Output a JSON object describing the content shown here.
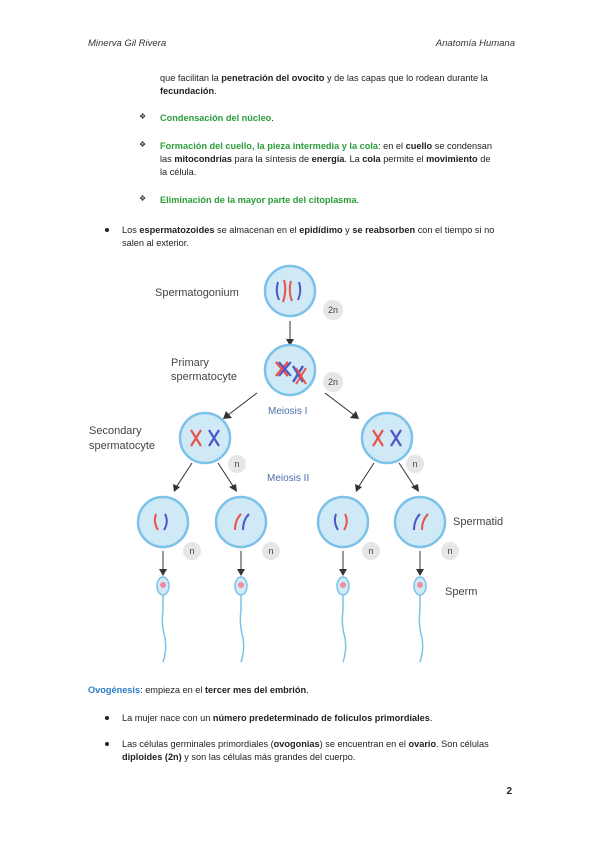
{
  "header": {
    "author": "Minerva Gil Rivera",
    "subject": "Anatomía Humana"
  },
  "page_number": "2",
  "intro": {
    "t1": "que facilitan la ",
    "b1": "penetración del ovocito",
    "t2": " y de las capas que lo rodean durante la",
    "b2": "fecundación",
    "t3": "."
  },
  "bullets_diamond": [
    {
      "green": "Condensación del núcleo",
      "rest": "."
    },
    {
      "green": "Formación del cuello, la pieza intermedia y la cola",
      "l1a": ": en el ",
      "l1b": "cuello",
      "l1c": " se condensan",
      "l2a": "las ",
      "l2b": "mitocondrias",
      "l2c": " para la síntesis de ",
      "l2d": "energía",
      "l2e": ". La ",
      "l2f": "cola",
      "l2g": " permite el ",
      "l2h": "movimiento",
      "l2i": " de",
      "l3": "la célula."
    },
    {
      "green": "Eliminación de la mayor parte del citoplasma",
      "rest": "."
    }
  ],
  "bullet_sperm": {
    "a": "Los ",
    "b": "espermatozoides",
    "c": " se almacenan en el ",
    "d": "epidídimo",
    "e": " y ",
    "f": "se reabsorben",
    "g": " con el tiempo si no",
    "h": "salen al exterior."
  },
  "diagram": {
    "spermatogonium": "Spermatogonium",
    "primary1": "Primary",
    "primary2": "spermatocyte",
    "secondary1": "Secondary",
    "secondary2": "spermatocyte",
    "meiosis1": "Meiosis I",
    "meiosis2": "Meiosis II",
    "spermatid": "Spermatid",
    "sperm": "Sperm",
    "badge_2n": "2n",
    "badge_n": "n",
    "colors": {
      "red": "#e8534a",
      "blue": "#4a58c8",
      "cell": "#cfe9f7",
      "outline": "#7cc2e8",
      "head": "#f08ca0"
    }
  },
  "ovo": {
    "title": "Ovogénesis",
    "t1": ": empieza en el ",
    "b1": "tercer mes del embrión",
    "t2": "."
  },
  "bullets_ovo": [
    {
      "a": "La mujer nace con un ",
      "b": "número predeterminado de folículos primordiales",
      "c": "."
    },
    {
      "a": "Las células germinales primordiales (",
      "b": "ovogonias",
      "c": ") se encuentran en el ",
      "d": "ovario",
      "e": ". Son células",
      "f": "diploides (2n)",
      "g": " y son las células más grandes del cuerpo."
    }
  ]
}
